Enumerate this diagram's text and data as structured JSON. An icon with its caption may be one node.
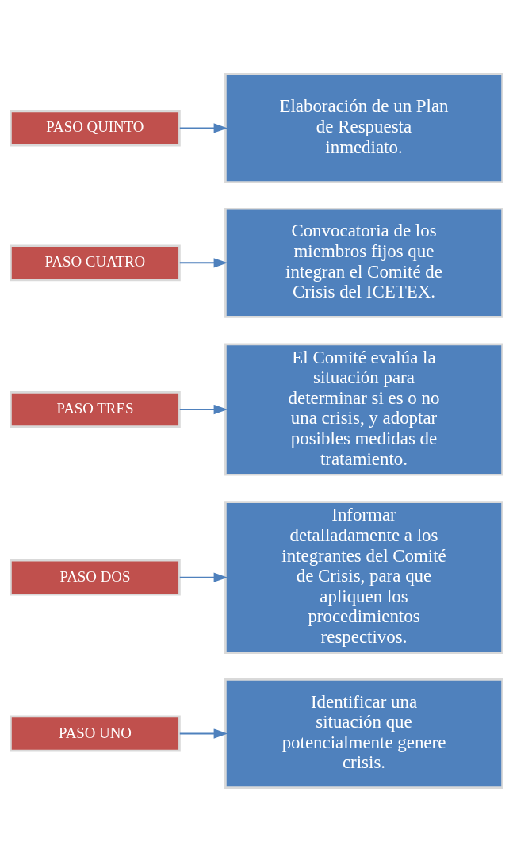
{
  "diagram": {
    "nodes": [
      {
        "text": [
          "PASO UNO"
        ]
      },
      {
        "text": [
          "Identificar una situación que potencialmente genere crisis."
        ]
      },
      {
        "text": [
          "PASO DOS"
        ]
      },
      {
        "text": [
          "Informar detalladamente a los integrantes del Comité de Crisis, para que apliquen los procedimientos respectivos."
        ]
      },
      {
        "text": [
          "PASO TRES"
        ]
      },
      {
        "text": [
          "El Comité evalúa la situación para determinar si es o no una crisis, y adoptar posibles medidas de tratamiento."
        ]
      },
      {
        "text": [
          "PASO CUATRO"
        ]
      },
      {
        "text": [
          "Convocatoria de los miembros fijos que integran el Comité de Crisis del ICETEX."
        ]
      },
      {
        "text": [
          "PASO QUINTO"
        ]
      },
      {
        "text": [
          "Elaboración de un Plan de Respuesta inmediato."
        ]
      }
    ],
    "edges": [
      {
        "from": 0,
        "to": 1,
        "arrow": "to"
      },
      {
        "from": 2,
        "to": 3,
        "arrow": "to"
      },
      {
        "from": 4,
        "to": 5,
        "arrow": "to"
      },
      {
        "from": 6,
        "to": 7,
        "arrow": "to"
      },
      {
        "from": 8,
        "to": 9,
        "arrow": "to"
      }
    ]
  }
}
